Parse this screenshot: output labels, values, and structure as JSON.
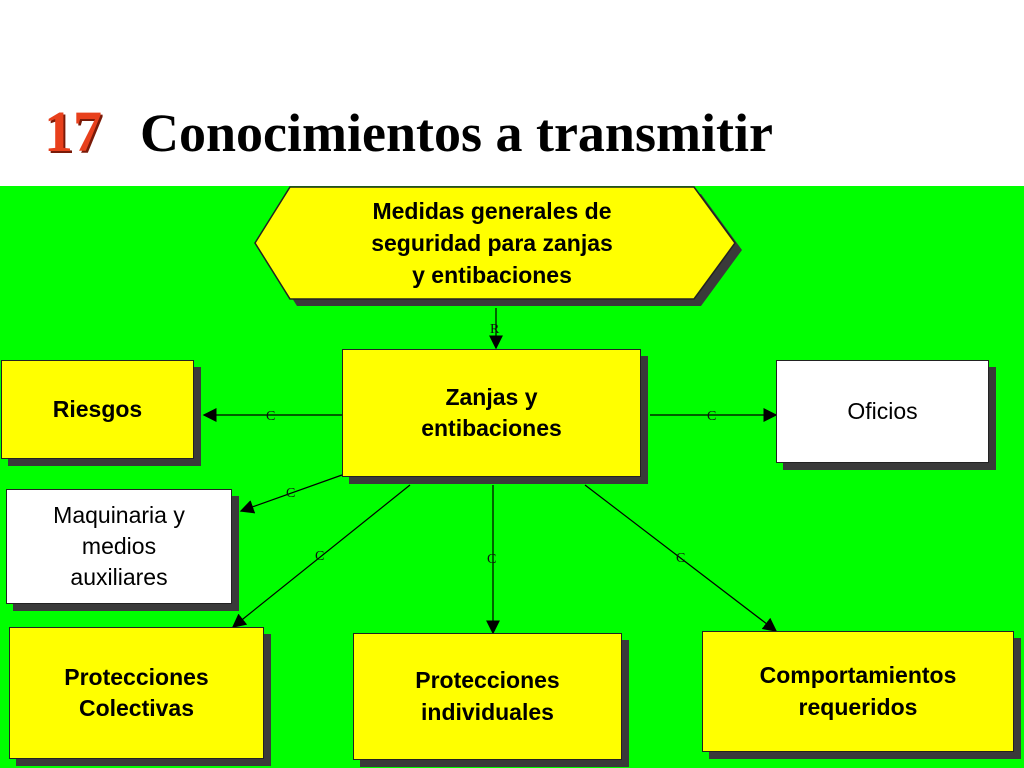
{
  "title": {
    "number": "17",
    "text": "Conocimientos a transmitir"
  },
  "colors": {
    "background": "#00ff00",
    "box_fill": "#ffff00",
    "box_white": "#ffffff",
    "number": "#e8401c"
  },
  "nodes": {
    "top": "Medidas generales de\nseguridad para zanjas\ny entibaciones",
    "center": "Zanjas y\nentibaciones",
    "riesgos": "Riesgos",
    "oficios": "Oficios",
    "maquinaria": "Maquinaria y\nmedios\nauxiliares",
    "colectivas": "Protecciones\nColectivas",
    "individuales": "Protecciones\nindividuales",
    "comportamientos": "Comportamientos\nrequeridos"
  },
  "links": {
    "top_center": "R",
    "center_riesgos": "C",
    "center_oficios": "C",
    "center_maquinaria": "C",
    "center_colectivas": "C",
    "center_individuales": "C",
    "center_comportamientos": "C"
  }
}
